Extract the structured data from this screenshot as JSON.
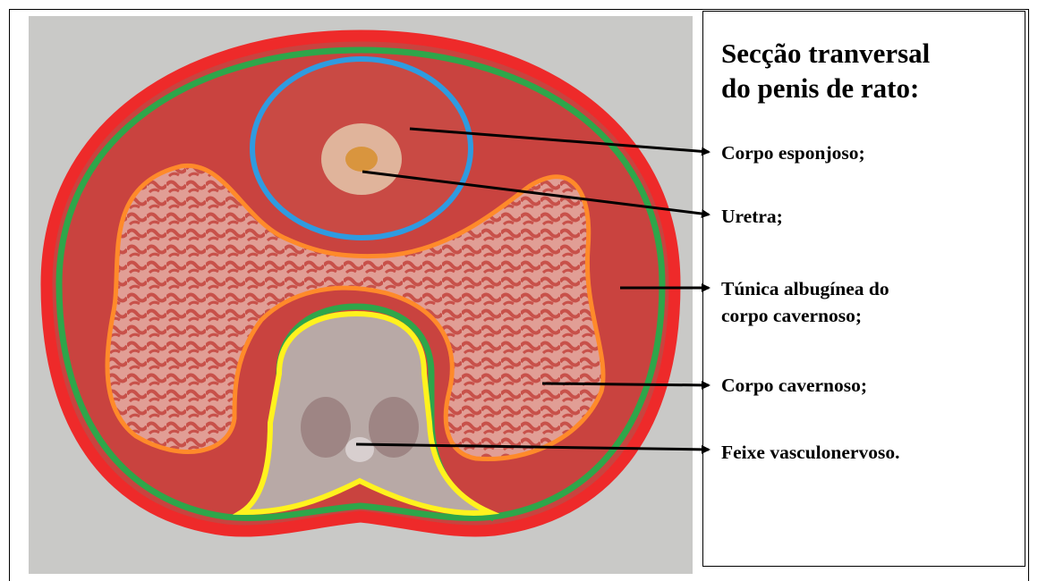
{
  "title": "Secção tranversal\ndo penis de rato:",
  "labels": {
    "corpo_esponjoso": "Corpo esponjoso;",
    "uretra": "Uretra;",
    "tunica_line1": "Túnica albugínea do",
    "tunica_line2": "corpo cavernoso;",
    "corpo_cavernoso": "Corpo cavernoso;",
    "feixe": "Feixe vasculonervoso."
  },
  "colors": {
    "outer_outline": "#ee2a2a",
    "inner_outline": "#2ea64a",
    "corpo_esponjoso_outline": "#2f9be0",
    "corpo_cavernoso_outline": "#ff8a2a",
    "feixe_outline": "#fff21e",
    "tissue": "#c9433f",
    "background": "#c9c9c7"
  }
}
